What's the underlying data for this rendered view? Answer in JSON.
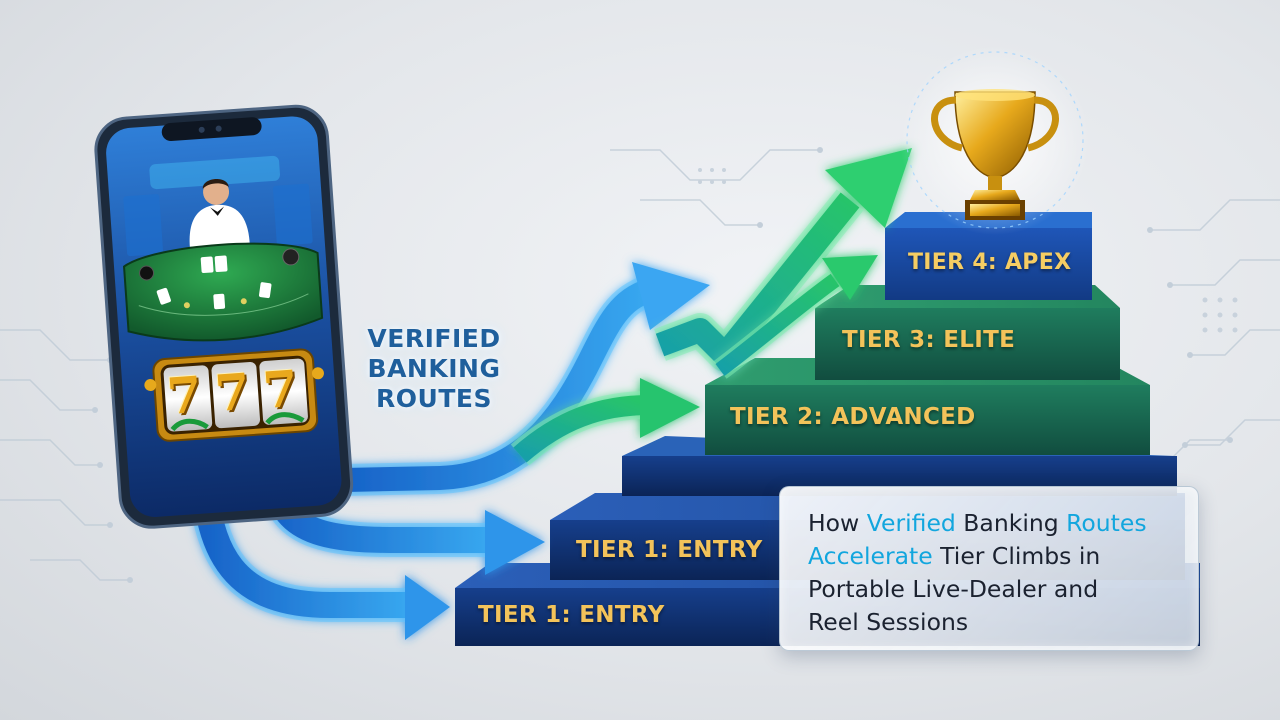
{
  "routes_label": {
    "line1": "VERIFIED",
    "line2": "BANKING",
    "line3": "ROUTES"
  },
  "tiers": [
    {
      "label": "TIER 1: ENTRY"
    },
    {
      "label": "TIER 1: ENTRY"
    },
    {
      "label": "TIER 2: ADVANCED"
    },
    {
      "label": "TIER 3: ELITE"
    },
    {
      "label": "TIER 4: APEX"
    }
  ],
  "info_box": {
    "p1": "How ",
    "h1": "Verified",
    "p2": " Banking ",
    "h2": "Routes",
    "h3": "Accelerate",
    "p3": " Tier Climbs in",
    "p4": "Portable Live-Dealer and",
    "p5": "Reel Sessions"
  },
  "slot": {
    "digit1": "7",
    "digit2": "7",
    "digit3": "7"
  },
  "colors": {
    "accent_cyan": "#12a6de",
    "tier_gold": "#f3c35a",
    "step_navy": "#0f2f6e",
    "step_green": "#1a7a55",
    "arrow_blue": "#1d79d6",
    "arrow_green": "#1fb56a"
  },
  "icons": [
    "trophy-icon",
    "smartphone-icon",
    "dealer-icon",
    "slot-reel-icon",
    "arrow-icon"
  ]
}
